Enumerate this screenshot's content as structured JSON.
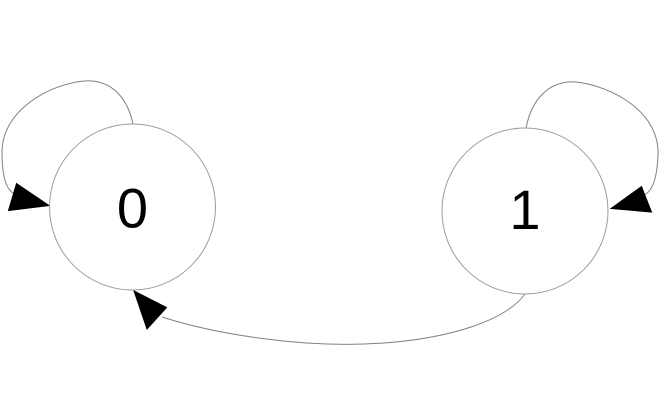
{
  "diagram": {
    "type": "finite-state-machine",
    "states": [
      {
        "id": "0",
        "label": "0",
        "has_self_loop": true
      },
      {
        "id": "1",
        "label": "1",
        "has_self_loop": true
      }
    ],
    "transitions": [
      {
        "from": "0",
        "to": "0"
      },
      {
        "from": "1",
        "to": "1"
      },
      {
        "from": "1",
        "to": "0"
      }
    ],
    "colors": {
      "background": "#ffffff",
      "node_fill": "#ffffff",
      "node_stroke": "#9c9c9c",
      "edge_stroke": "#808080",
      "arrow_fill": "#000000",
      "label_color": "#000000"
    }
  }
}
